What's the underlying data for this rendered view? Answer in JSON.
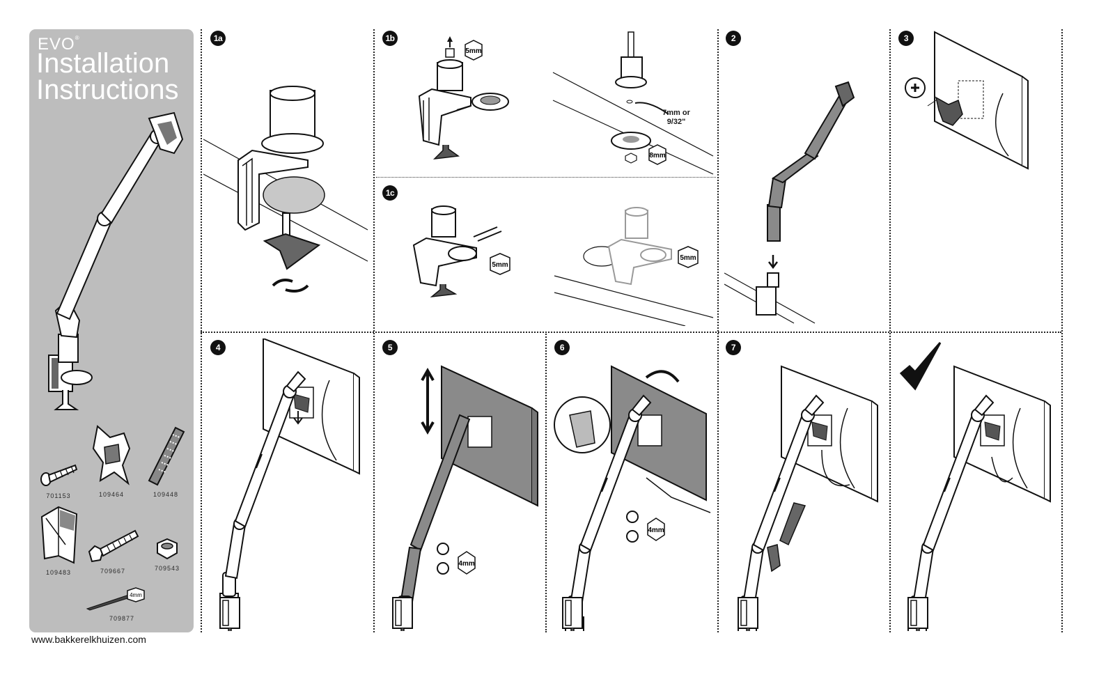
{
  "brand": "EVO",
  "brand_mark": "®",
  "title_line1": "Installation",
  "title_line2": "Instructions",
  "website": "www.bakkerelkhuizen.com",
  "parts": [
    {
      "code": "701153",
      "icon": "screw-icon"
    },
    {
      "code": "109464",
      "icon": "vesa-plate-icon"
    },
    {
      "code": "109448",
      "icon": "cable-cover-icon"
    },
    {
      "code": "109483",
      "icon": "cable-clip-icon"
    },
    {
      "code": "709667",
      "icon": "bolt-icon"
    },
    {
      "code": "709543",
      "icon": "nut-icon"
    },
    {
      "code": "709877",
      "icon": "allen-key-icon"
    }
  ],
  "allen_key_size": "4mm",
  "steps": {
    "s1a": "1a",
    "s1b": "1b",
    "s1c": "1c",
    "s2": "2",
    "s3": "3",
    "s4": "4",
    "s5": "5",
    "s6": "6",
    "s7": "7"
  },
  "tools": {
    "t1b": "5mm",
    "t1b_grommet": "8mm",
    "t1c_a": "5mm",
    "t1c_b": "5mm",
    "t5": "4mm",
    "t6": "4mm"
  },
  "hole_note_line1": "7mm or",
  "hole_note_line2": "9/32\"",
  "colors": {
    "panel_grey": "#bdbdbd",
    "arm_dark": "#8a8a8a",
    "ink": "#111111"
  }
}
